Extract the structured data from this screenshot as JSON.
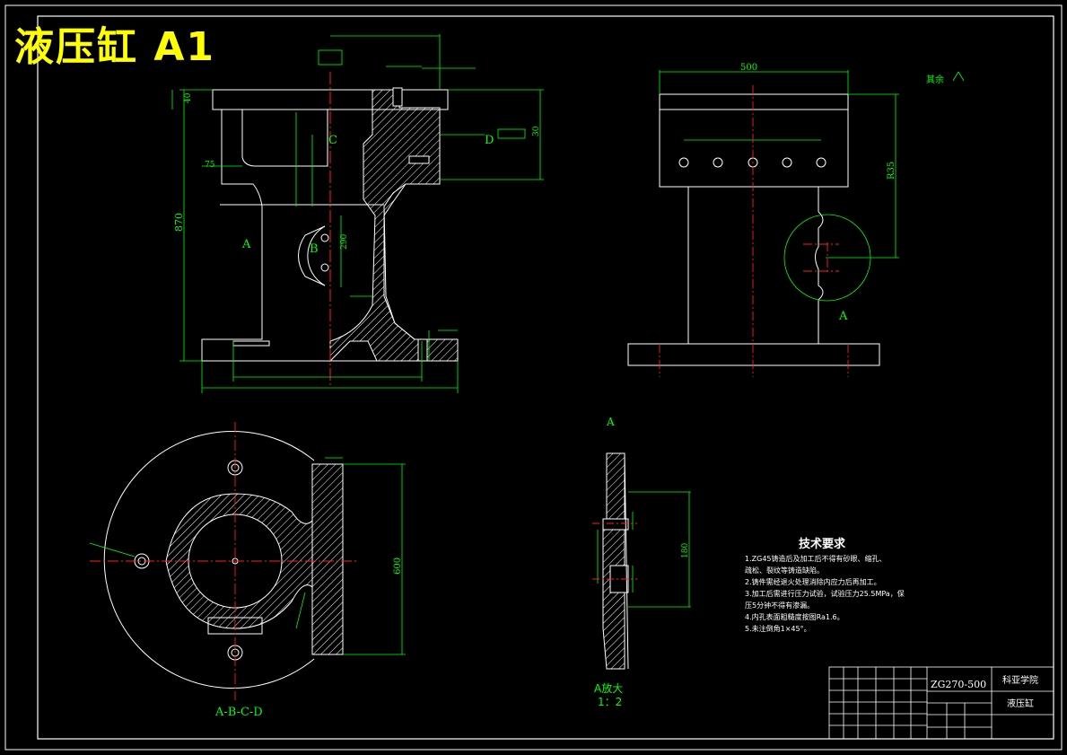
{
  "drawing_title": "液压缸 A1",
  "view_labels": {
    "view_a_front": "A",
    "view_a_side": "A",
    "section_b": "B",
    "section_c": "C",
    "section_d": "D",
    "section_name": "A-B-C-D",
    "detail_title": "A",
    "detail_name": "A放大",
    "detail_scale": "1：2"
  },
  "surface_note": "其余",
  "dimensions": {
    "height_870": "870",
    "width_500": "500",
    "dim_600": "600",
    "dim_290": "290",
    "dim_75": "75",
    "dim_40": "40",
    "dim_30": "30",
    "dim_180": "180",
    "dim_r35": "R35"
  },
  "tech_requirements": {
    "heading": "技术要求",
    "items": [
      "1.ZG45铸造后及加工后不得有砂眼、缩孔、",
      "  疏松、裂纹等铸造缺陷。",
      "2.铸件需经退火处理消除内应力后再加工。",
      "3.加工后需进行压力试验，试验压力25.5MPa，保",
      "  压5分钟不得有渗漏。",
      "4.内孔表面粗糙度按图Ra1.6。",
      "5.未注倒角1×45°。"
    ]
  },
  "title_block": {
    "drawing_number": "ZG270-500",
    "school": "科亚学院",
    "part_name": "液压缸"
  }
}
